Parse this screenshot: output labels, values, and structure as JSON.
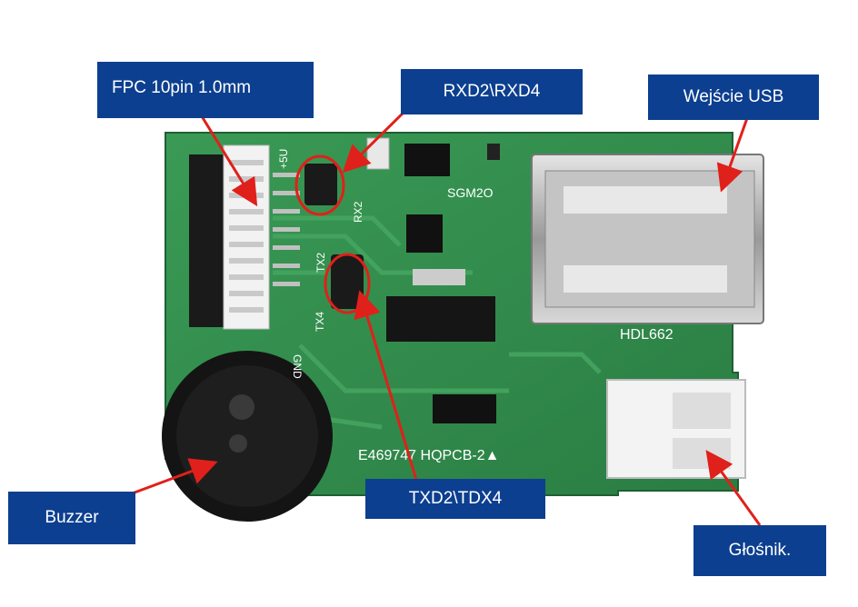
{
  "labels": {
    "fpc": "FPC 10pin 1.0mm",
    "rxd": "RXD2\\RXD4",
    "usb": "Wejście USB",
    "buzzer": "Buzzer",
    "txd": "TXD2\\TDX4",
    "speaker": "Głośnik."
  },
  "board_text": {
    "top_pins": "+5U",
    "rx2": "RX2",
    "tx2": "TX2",
    "tx4": "TX4",
    "gnd": "GND",
    "chip": "SGM2O",
    "usb_code": "HDL662",
    "serial": "E469747 HQPCB-2▲"
  },
  "colors": {
    "callout_bg": "#0c3f8f",
    "callout_text": "#ffffff",
    "pcb": "#2f8a4a",
    "arrow": "#e0201a"
  }
}
